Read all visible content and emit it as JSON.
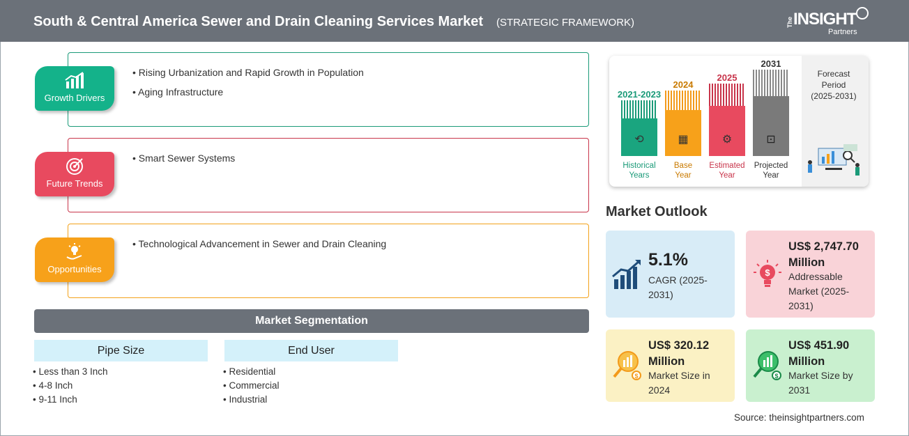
{
  "header": {
    "title": "South & Central America Sewer and Drain Cleaning Services Market",
    "subtitle": "(STRATEGIC FRAMEWORK)",
    "logo_the": "The",
    "logo_insight": "INSIGHT",
    "logo_partners": "Partners"
  },
  "framework": {
    "growth_drivers": {
      "label": "Growth Drivers",
      "items": [
        "Rising Urbanization and Rapid Growth in Population",
        "Aging Infrastructure"
      ]
    },
    "future_trends": {
      "label": "Future Trends",
      "items": [
        "Smart Sewer Systems"
      ]
    },
    "opportunities": {
      "label": "Opportunities",
      "items": [
        "Technological Advancement in Sewer and Drain Cleaning"
      ]
    }
  },
  "segmentation": {
    "title": "Market Segmentation",
    "pipe_size": {
      "heading": "Pipe Size",
      "items": [
        "Less than 3 Inch",
        "4-8 Inch",
        "9-11 Inch"
      ]
    },
    "end_user": {
      "heading": "End User",
      "items": [
        "Residential",
        "Commercial",
        "Industrial"
      ]
    }
  },
  "timeline": {
    "historical": {
      "year": "2021-2023",
      "label_1": "Historical",
      "label_2": "Years",
      "color": "#1a9a78"
    },
    "base": {
      "year": "2024",
      "label_1": "Base",
      "label_2": "Year",
      "color": "#f39a1a"
    },
    "estimated": {
      "year": "2025",
      "label_1": "Estimated",
      "label_2": "Year",
      "color": "#c8344a"
    },
    "projected": {
      "year": "2031",
      "label_1": "Projected",
      "label_2": "Year",
      "color": "#777777"
    },
    "forecast_1": "Forecast",
    "forecast_2": "Period",
    "forecast_3": "(2025-2031)"
  },
  "outlook": {
    "title": "Market Outlook",
    "cagr": {
      "value": "5.1%",
      "line_1": "CAGR (2025-",
      "line_2": "2031)",
      "color": "#d8ecf7"
    },
    "addressable": {
      "value_1": "US$ 2,747.70",
      "value_2": "Million",
      "line_1": "Addressable",
      "line_2": "Market (2025-",
      "line_3": "2031)",
      "color": "#f9d3d8"
    },
    "size_2024": {
      "value_1": "US$ 320.12",
      "value_2": "Million",
      "line_1": "Market Size in",
      "line_2": "2024",
      "color": "#fbf1c4"
    },
    "size_2031": {
      "value_1": "US$ 451.90",
      "value_2": "Million",
      "line_1": "Market Size by",
      "line_2": "2031",
      "color": "#c9f0cf"
    }
  },
  "source": "Source: theinsightpartners.com"
}
